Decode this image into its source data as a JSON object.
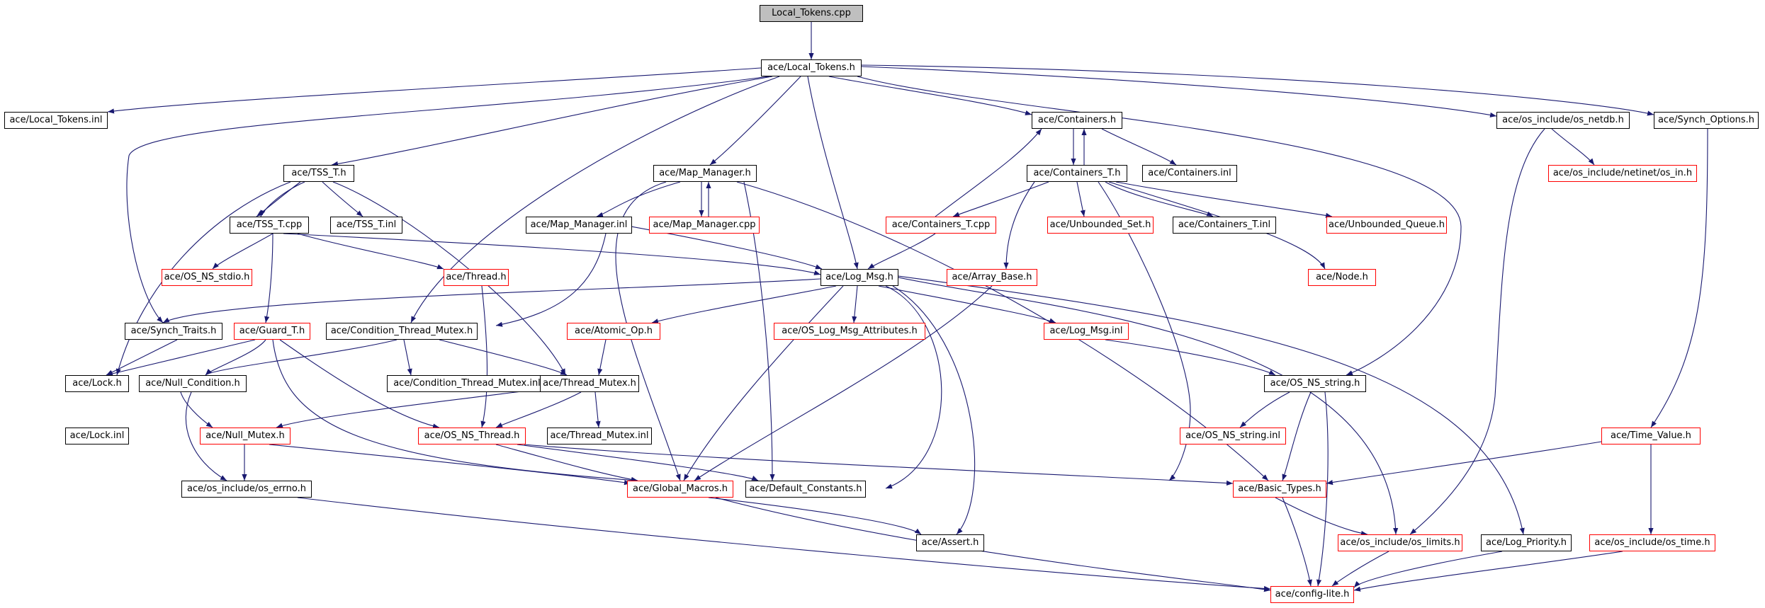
{
  "colors": {
    "edge": "#191970",
    "red_border": "#ff0000",
    "black_border": "#000000",
    "root_fill": "#bfbfbf"
  },
  "nodes": {
    "local_tokens_cpp": "Local_Tokens.cpp",
    "local_tokens_h": "ace/Local_Tokens.h",
    "local_tokens_inl": "ace/Local_Tokens.inl",
    "containers_h": "ace/Containers.h",
    "os_netdb_h": "ace/os_include/os_netdb.h",
    "synch_options_h": "ace/Synch_Options.h",
    "tss_t_h": "ace/TSS_T.h",
    "map_manager_h": "ace/Map_Manager.h",
    "containers_t_h": "ace/Containers_T.h",
    "containers_inl": "ace/Containers.inl",
    "netinet_in_h": "ace/os_include/netinet/os_in.h",
    "tss_t_cpp": "ace/TSS_T.cpp",
    "tss_t_inl": "ace/TSS_T.inl",
    "map_manager_inl": "ace/Map_Manager.inl",
    "map_manager_cpp": "ace/Map_Manager.cpp",
    "containers_t_cpp": "ace/Containers_T.cpp",
    "unbounded_set_h": "ace/Unbounded_Set.h",
    "containers_t_inl": "ace/Containers_T.inl",
    "unbounded_queue_h": "ace/Unbounded_Queue.h",
    "os_ns_stdio_h": "ace/OS_NS_stdio.h",
    "thread_h": "ace/Thread.h",
    "log_msg_h": "ace/Log_Msg.h",
    "array_base_h": "ace/Array_Base.h",
    "node_h": "ace/Node.h",
    "synch_traits_h": "ace/Synch_Traits.h",
    "guard_t_h": "ace/Guard_T.h",
    "condition_thread_mutex_h": "ace/Condition_Thread_Mutex.h",
    "atomic_op_h": "ace/Atomic_Op.h",
    "log_msg_attributes_h": "ace/OS_Log_Msg_Attributes.h",
    "log_msg_inl": "ace/Log_Msg.inl",
    "lock_h": "ace/Lock.h",
    "null_condition_h": "ace/Null_Condition.h",
    "condition_thread_mutex_inl": "ace/Condition_Thread_Mutex.inl",
    "thread_mutex_h": "ace/Thread_Mutex.h",
    "os_ns_string_h": "ace/OS_NS_string.h",
    "lock_inl": "ace/Lock.inl",
    "null_mutex_h": "ace/Null_Mutex.h",
    "os_ns_thread_h": "ace/OS_NS_Thread.h",
    "thread_mutex_inl": "ace/Thread_Mutex.inl",
    "os_ns_string_inl": "ace/OS_NS_string.inl",
    "time_value_h": "ace/Time_Value.h",
    "os_errno_h": "ace/os_include/os_errno.h",
    "global_macros_h": "ace/Global_Macros.h",
    "default_constants_h": "ace/Default_Constants.h",
    "basic_types_h": "ace/Basic_Types.h",
    "assert_h": "ace/Assert.h",
    "os_limits_h": "ace/os_include/os_limits.h",
    "log_priority_h": "ace/Log_Priority.h",
    "os_time_h": "ace/os_include/os_time.h",
    "config_lite_h": "ace/config-lite.h"
  }
}
